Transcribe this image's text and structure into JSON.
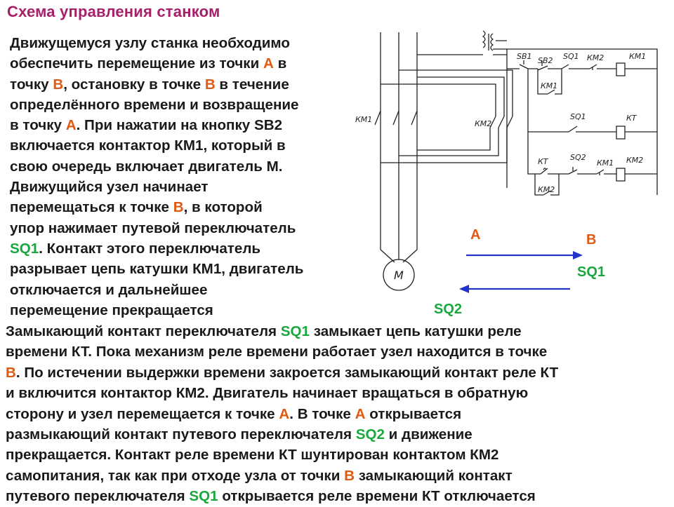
{
  "title": "Схема управления станком",
  "paragraph1": {
    "lines": [
      [
        {
          "t": "Движущемуся узлу станка необходимо"
        }
      ],
      [
        {
          "t": "обеспечить перемещение из точки "
        },
        {
          "t": "А",
          "c": "orange"
        },
        {
          "t": " в"
        }
      ],
      [
        {
          "t": "точку "
        },
        {
          "t": "В",
          "c": "orange"
        },
        {
          "t": ", остановку в точке "
        },
        {
          "t": "В",
          "c": "orange"
        },
        {
          "t": " в течение"
        }
      ],
      [
        {
          "t": "определённого времени и возвращение"
        }
      ],
      [
        {
          "t": "в точку "
        },
        {
          "t": "А",
          "c": "orange"
        },
        {
          "t": ". При нажатии на кнопку SB2"
        }
      ],
      [
        {
          "t": "включается контактор КМ1, который в"
        }
      ],
      [
        {
          "t": "свою очередь включает двигатель М."
        }
      ],
      [
        {
          "t": "Движущийся узел начинает"
        }
      ],
      [
        {
          "t": "перемещаться к точке "
        },
        {
          "t": "В",
          "c": "orange"
        },
        {
          "t": ", в которой"
        }
      ],
      [
        {
          "t": "упор нажимает путевой переключатель"
        }
      ],
      [
        {
          "t": "SQ1",
          "c": "green"
        },
        {
          "t": ". Контакт этого переключатель"
        }
      ],
      [
        {
          "t": "разрывает цепь катушки КМ1, двигатель"
        }
      ],
      [
        {
          "t": "отключается и дальнейшее"
        }
      ],
      [
        {
          "t": "перемещение прекращается"
        }
      ]
    ]
  },
  "paragraph2": {
    "lines": [
      [
        {
          "t": "Замыкающий контакт переключателя "
        },
        {
          "t": "SQ1",
          "c": "green"
        },
        {
          "t": " замыкает цепь катушки реле"
        }
      ],
      [
        {
          "t": "времени КТ. Пока механизм реле времени работает узел находится в точке"
        }
      ],
      [
        {
          "t": "В",
          "c": "orange"
        },
        {
          "t": ". По истечении выдержки времени закроется замыкающий контакт реле КТ"
        }
      ],
      [
        {
          "t": "и включится контактор КМ2. Двигатель начинает вращаться в обратную"
        }
      ],
      [
        {
          "t": "сторону и узел  перемещается к точке "
        },
        {
          "t": "А",
          "c": "orange"
        },
        {
          "t": ". В точке "
        },
        {
          "t": "А",
          "c": "orange"
        },
        {
          "t": " открывается"
        }
      ],
      [
        {
          "t": "размыкающий контакт путевого переключателя "
        },
        {
          "t": "SQ2",
          "c": "green"
        },
        {
          "t": " и движение"
        }
      ],
      [
        {
          "t": "прекращается. Контакт реле времени КТ шунтирован контактом КМ2"
        }
      ],
      [
        {
          "t": "самопитания, так как при отходе узла  от точки "
        },
        {
          "t": "В",
          "c": "orange"
        },
        {
          "t": " замыкающий контакт"
        }
      ],
      [
        {
          "t": "путевого переключателя "
        },
        {
          "t": "SQ1",
          "c": "green"
        },
        {
          "t": " открывается  реле времени КТ отключается"
        }
      ]
    ]
  },
  "schematic": {
    "labels": {
      "sb1": "SB1",
      "sb2": "SB2",
      "sq1_top": "SQ1",
      "km2_top": "КМ2",
      "km1_coil": "КМ1",
      "km1_seal": "КМ1",
      "sq1_mid": "SQ1",
      "kt_coil": "КТ",
      "kt_contact": "КТ",
      "sq2": "SQ2",
      "km1_inter": "КМ1",
      "km2_coil": "КМ2",
      "km2_seal": "КМ2",
      "km1_power": "КМ1",
      "km2_power": "КМ2",
      "motor": "М"
    }
  },
  "motion": {
    "point_a": "А",
    "point_b": "В",
    "switch_b": "SQ1",
    "switch_a": "SQ2"
  },
  "colors": {
    "title": "#a6206a",
    "highlight_point": "#e05a12",
    "highlight_switch": "#1aa83e",
    "arrow": "#2233cc"
  }
}
